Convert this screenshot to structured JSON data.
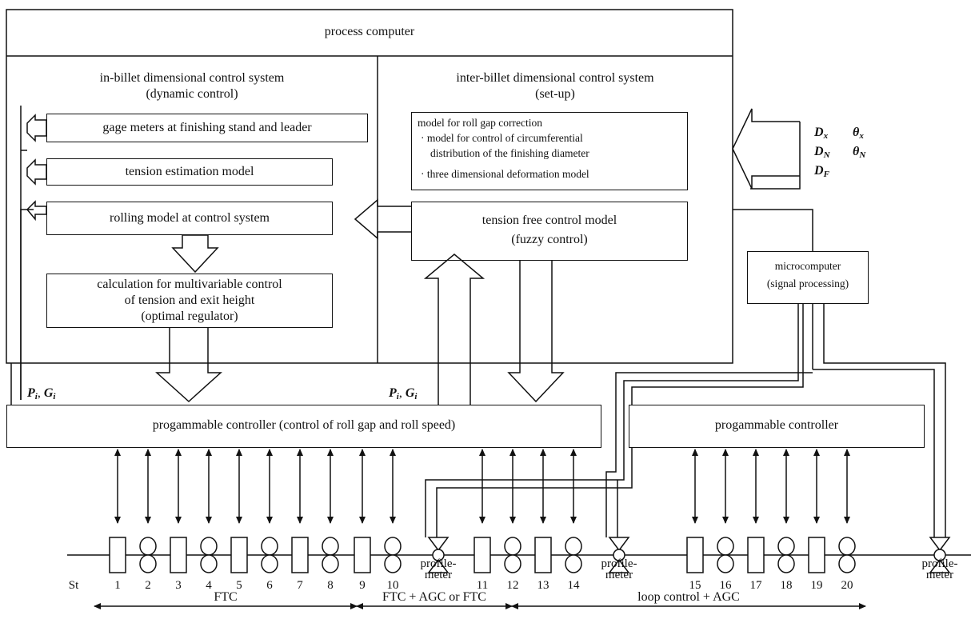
{
  "process_computer": {
    "title": "process computer"
  },
  "in_billet": {
    "title": "in-billet dimensional control system",
    "subtitle": "(dynamic control)",
    "gage_meters": "gage meters at finishing stand and leader",
    "tension_model": "tension estimation model",
    "rolling_model": "rolling model at control system",
    "calc_line1": "calculation for multivariable control",
    "calc_line2": "of tension and exit height",
    "calc_line3": "(optimal regulator)"
  },
  "inter_billet": {
    "title": "inter-billet dimensional control system",
    "subtitle": "(set-up)",
    "gap_title": "model for roll gap correction",
    "gap_item1_a": "· model for control of circumferential",
    "gap_item1_b": "distribution of the finishing diameter",
    "gap_item2": "· three dimensional deformation model",
    "tension_free_1": "tension free control model",
    "tension_free_2": "(fuzzy control)"
  },
  "measurements": {
    "dx": "D",
    "dx_sub": "x",
    "thx": "θ",
    "thx_sub": "x",
    "dn": "D",
    "dn_sub": "N",
    "thn": "θ",
    "thn_sub": "N",
    "df": "D",
    "df_sub": "F"
  },
  "microcomputer": {
    "line1": "microcomputer",
    "line2": "(signal processing)"
  },
  "signals": {
    "p": "P",
    "p_sub": "i",
    "g": "G",
    "g_sub": "i",
    "sep": ", "
  },
  "controllers": {
    "main": "progammable controller (control of roll gap and roll speed)",
    "secondary": "progammable controller"
  },
  "stands": {
    "st_label": "St",
    "numbers": [
      "1",
      "2",
      "3",
      "4",
      "5",
      "6",
      "7",
      "8",
      "9",
      "10",
      "11",
      "12",
      "13",
      "14",
      "15",
      "16",
      "17",
      "18",
      "19",
      "20"
    ],
    "profilemeter_1": "profile-",
    "profilemeter_2": "meter"
  },
  "zones": {
    "ftc": "FTC",
    "ftc_agc": "FTC + AGC or FTC",
    "loop": "loop control + AGC"
  },
  "colors": {
    "line": "#111111",
    "background": "#ffffff"
  }
}
